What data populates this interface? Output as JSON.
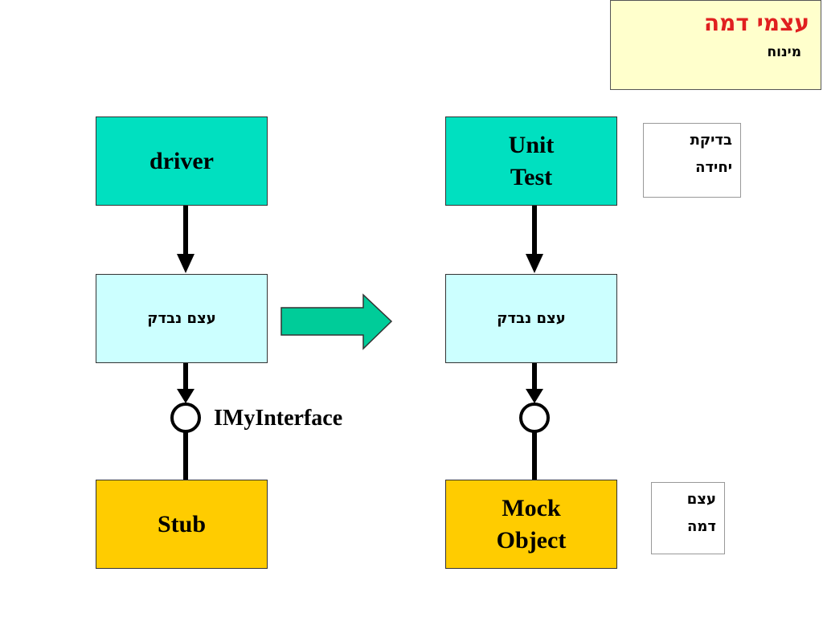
{
  "title": {
    "main": "עצמי דמה",
    "sub": "מינוח"
  },
  "left": {
    "driver": "driver",
    "tested": "עצם נבדק",
    "stub": "Stub",
    "interface_label": "IMyInterface"
  },
  "right": {
    "unit_test_line1": "Unit",
    "unit_test_line2": "Test",
    "tested": "עצם נבדק",
    "mock_line1": "Mock",
    "mock_line2": "Object"
  },
  "notes": {
    "unit_test_line1": "בדיקת",
    "unit_test_line2": "יחידה",
    "mock_line1": "עצם",
    "mock_line2": "דמה"
  },
  "colors": {
    "title": "#e02020",
    "title_bg": "#ffffcc",
    "top_box": "#00e0c0",
    "middle_box": "#ccffff",
    "bottom_box": "#ffcc00",
    "arrow": "#00cc99"
  }
}
